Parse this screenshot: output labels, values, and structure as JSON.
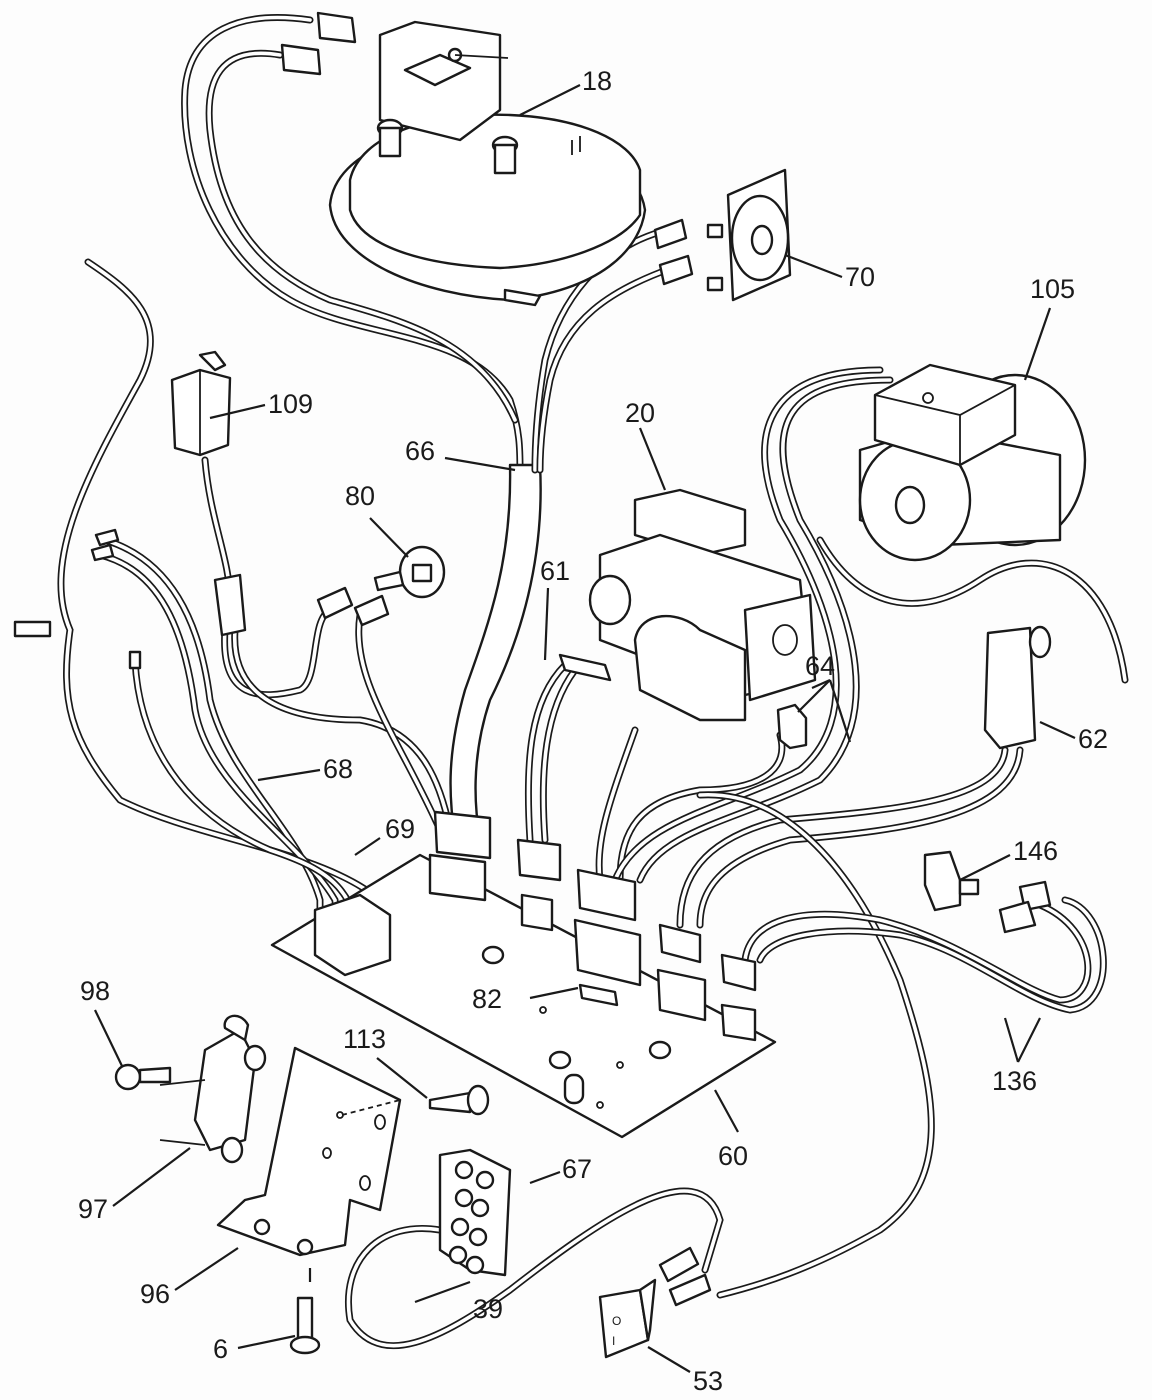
{
  "diagram": {
    "type": "exploded-parts-view",
    "subject": "boiler electrical components and wiring harness"
  },
  "callouts": [
    {
      "id": "c18",
      "label": "18",
      "part": "fan-assembly"
    },
    {
      "id": "c70",
      "label": "70",
      "part": "air-pressure-switch"
    },
    {
      "id": "c105",
      "label": "105",
      "part": "pump-head"
    },
    {
      "id": "c109",
      "label": "109",
      "part": "connector-plug"
    },
    {
      "id": "c66",
      "label": "66",
      "part": "fan-harness"
    },
    {
      "id": "c20",
      "label": "20",
      "part": "gas-valve"
    },
    {
      "id": "c80",
      "label": "80",
      "part": "overheat-thermostat"
    },
    {
      "id": "c61",
      "label": "61",
      "part": "ribbon-harness"
    },
    {
      "id": "c64",
      "label": "64",
      "part": "gas-valve-harness"
    },
    {
      "id": "c62",
      "label": "62",
      "part": "flow-sensor"
    },
    {
      "id": "c68",
      "label": "68",
      "part": "sensor-harness"
    },
    {
      "id": "c69",
      "label": "69",
      "part": "power-harness"
    },
    {
      "id": "c146",
      "label": "146",
      "part": "clip"
    },
    {
      "id": "c82",
      "label": "82",
      "part": "fuse"
    },
    {
      "id": "c98",
      "label": "98",
      "part": "screw"
    },
    {
      "id": "c113",
      "label": "113",
      "part": "screw"
    },
    {
      "id": "c136",
      "label": "136",
      "part": "pump-harness"
    },
    {
      "id": "c67",
      "label": "67",
      "part": "terminal-block"
    },
    {
      "id": "c60",
      "label": "60",
      "part": "printed-circuit-board"
    },
    {
      "id": "c97",
      "label": "97",
      "part": "pressure-switch"
    },
    {
      "id": "c96",
      "label": "96",
      "part": "mounting-bracket"
    },
    {
      "id": "c39",
      "label": "39",
      "part": "earth-lead"
    },
    {
      "id": "c6",
      "label": "6",
      "part": "screw"
    },
    {
      "id": "c53",
      "label": "53",
      "part": "on-off-switch"
    }
  ],
  "switch_marks": {
    "on": "I",
    "off": "O"
  }
}
